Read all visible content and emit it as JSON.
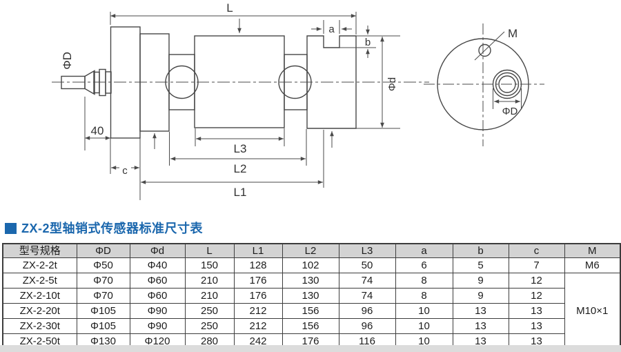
{
  "section": {
    "title": "ZX-2型轴销式传感器标准尺寸表",
    "accent_color": "#1b67ad"
  },
  "drawing": {
    "dim_labels": {
      "L": "L",
      "a": "a",
      "b": "b",
      "phi_d": "Φd",
      "forty": "40",
      "c": "c",
      "L3": "L3",
      "L2": "L2",
      "L1": "L1",
      "phi_D_cable": "ΦD",
      "M": "M",
      "phi_D_end": "ΦD"
    },
    "line_color": "#4a4a4a"
  },
  "table": {
    "headers": [
      "型号规格",
      "ΦD",
      "Φd",
      "L",
      "L1",
      "L2",
      "L3",
      "a",
      "b",
      "c",
      "M"
    ],
    "rows": [
      {
        "cells": [
          "ZX-2-2t",
          "Φ50",
          "Φ40",
          "150",
          "128",
          "102",
          "50",
          "6",
          "5",
          "7"
        ]
      },
      {
        "cells": [
          "ZX-2-5t",
          "Φ70",
          "Φ60",
          "210",
          "176",
          "130",
          "74",
          "8",
          "9",
          "12"
        ]
      },
      {
        "cells": [
          "ZX-2-10t",
          "Φ70",
          "Φ60",
          "210",
          "176",
          "130",
          "74",
          "8",
          "9",
          "12"
        ]
      },
      {
        "cells": [
          "ZX-2-20t",
          "Φ105",
          "Φ90",
          "250",
          "212",
          "156",
          "96",
          "10",
          "13",
          "13"
        ]
      },
      {
        "cells": [
          "ZX-2-30t",
          "Φ105",
          "Φ90",
          "250",
          "212",
          "156",
          "96",
          "10",
          "13",
          "13"
        ]
      },
      {
        "cells": [
          "ZX-2-50t",
          "Φ130",
          "Φ120",
          "280",
          "242",
          "176",
          "116",
          "10",
          "13",
          "13"
        ]
      }
    ],
    "m_first": "M6",
    "m_merged": "M10×1",
    "header_bg": "#d3d3d3",
    "border_color": "#3c3c3c"
  }
}
